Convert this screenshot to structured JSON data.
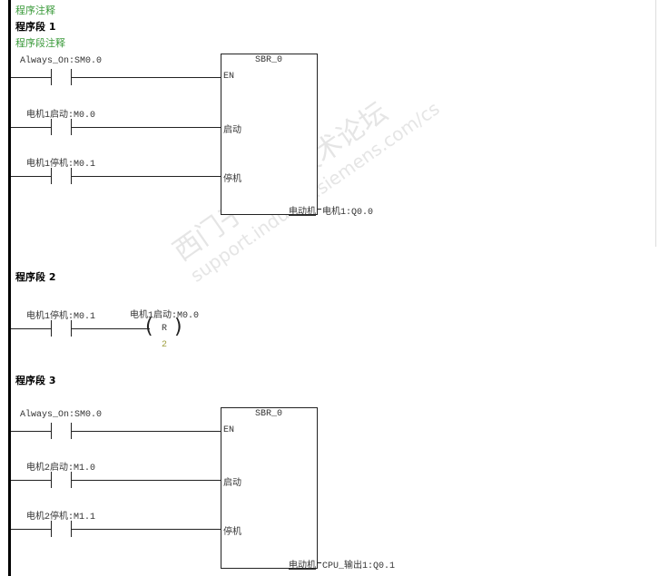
{
  "program_comment": "程序注释",
  "networks": [
    {
      "title": "程序段 1",
      "comment": "程序段注释",
      "contacts": [
        {
          "label": "Always_On:SM0.0"
        },
        {
          "label": "电机1启动:M0.0"
        },
        {
          "label": "电机1停机:M0.1"
        }
      ],
      "block": {
        "name": "SBR_0",
        "inputs": [
          "EN",
          "启动",
          "停机"
        ],
        "output_pin": "电动机",
        "output_operand": "电机1:Q0.0"
      }
    },
    {
      "title": "程序段 2",
      "contacts": [
        {
          "label": "电机1停机:M0.1"
        }
      ],
      "coil": {
        "operand": "电机1启动:M0.0",
        "type": "R",
        "count": "2"
      }
    },
    {
      "title": "程序段 3",
      "contacts": [
        {
          "label": "Always_On:SM0.0"
        },
        {
          "label": "电机2启动:M1.0"
        },
        {
          "label": "电机2停机:M1.1"
        }
      ],
      "block": {
        "name": "SBR_0",
        "inputs": [
          "EN",
          "启动",
          "停机"
        ],
        "output_pin": "电动机",
        "output_operand": "CPU_输出1:Q0.1"
      }
    }
  ],
  "watermark": {
    "text": "西门子工业 技术论坛",
    "url": "support.industry.siemens.com/cs"
  }
}
